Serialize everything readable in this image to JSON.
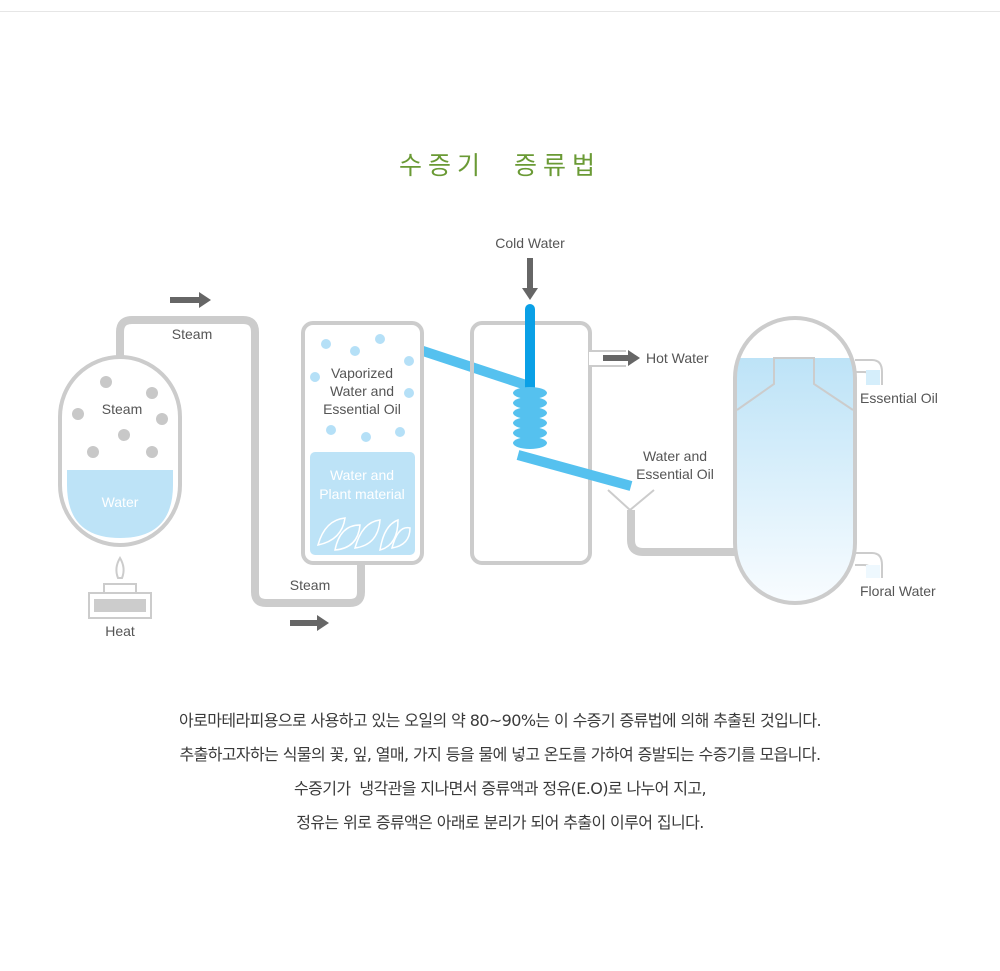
{
  "title": "수증기  증류법",
  "labels": {
    "steam_top": "Steam",
    "steam_boiler": "Steam",
    "water": "Water",
    "heat": "Heat",
    "steam_bottom": "Steam",
    "vaporized": [
      "Vaporized",
      "Water and",
      "Essential Oil"
    ],
    "plant": [
      "Water and",
      "Plant material"
    ],
    "cold_water": "Cold Water",
    "hot_water": "Hot Water",
    "water_oil": [
      "Water and",
      "Essential Oil"
    ],
    "essential_oil": "Essential Oil",
    "floral_water": "Floral Water"
  },
  "description": [
    "아로마테라피용으로 사용하고 있는 오일의 약 80~90%는 이 수증기 증류법에 의해 추출된 것입니다.",
    "추출하고자하는 식물의 꽃, 잎, 열매, 가지 등을 물에 넣고 온도를 가하여 증발되는 수증기를 모읍니다.",
    "수증기가  냉각관을 지나면서 증류액과 정유(E.O)로 나누어 지고,",
    "정유는 위로 증류액은 아래로 분리가 되어 추출이 이루어 집니다."
  ],
  "colors": {
    "title": "#6a9a35",
    "pipe": "#cccccc",
    "water": "#bde3f7",
    "coil": "#55c1ef",
    "cold": "#0aa0e6",
    "arrow": "#666666"
  }
}
